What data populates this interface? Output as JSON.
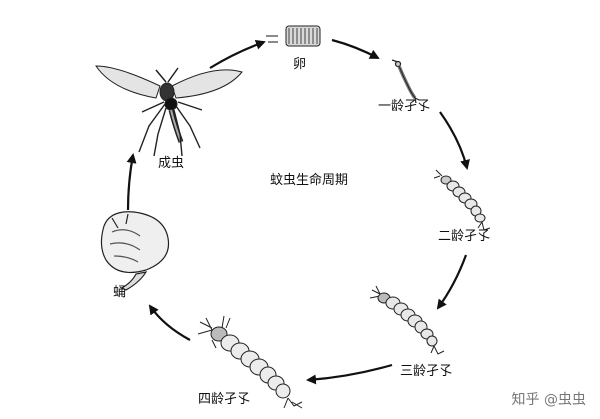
{
  "diagram": {
    "title": "蚊虫生命周期",
    "stages": [
      {
        "key": "egg",
        "label": "卵"
      },
      {
        "key": "instar1",
        "label": "一龄孑孓"
      },
      {
        "key": "instar2",
        "label": "二龄孑孓"
      },
      {
        "key": "instar3",
        "label": "三龄孑孓"
      },
      {
        "key": "instar4",
        "label": "四龄孑孓"
      },
      {
        "key": "pupa",
        "label": "蛹"
      },
      {
        "key": "adult",
        "label": "成虫"
      }
    ]
  },
  "watermark": "知乎 @虫虫",
  "colors": {
    "ink": "#222222",
    "background": "#ffffff",
    "watermark": "#777777"
  }
}
